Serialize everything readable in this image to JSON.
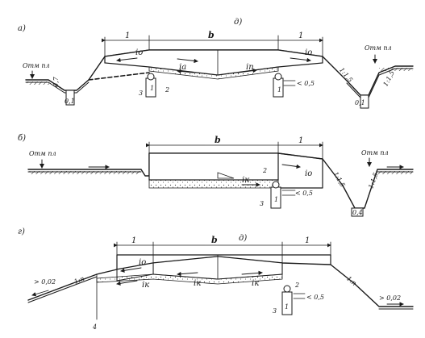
{
  "figure": {
    "panels": {
      "a": {
        "letter": "а)",
        "letter2": "д)",
        "elev_left": "Отм пл",
        "elev_right": "Отм пл",
        "width_b": "b",
        "shoulder_left": "1",
        "shoulder_right": "1",
        "slope_io_left": "iо",
        "slope_io_right": "iо",
        "slope_ia": "iа",
        "slope_in": "iп",
        "depth_left": "0,7",
        "depth_bottom_left": "0,1",
        "depth_right": "0,1",
        "ratio_left": "1:1,5",
        "ratio_right": "1:1,5",
        "drain_depth": "< 0,5",
        "callout_1": "1",
        "callout_1b": "1",
        "callout_2": "2",
        "callout_3": "3"
      },
      "b": {
        "letter": "б)",
        "elev_left": "Отм пл",
        "elev_right": "Отм пл",
        "width_b": "b",
        "shoulder": "1",
        "slope_io": "iо",
        "slope_ik": "iк",
        "ratio_left": "1:1,5",
        "ratio_right": "1:1,5",
        "drain_depth": "< 0,5",
        "callout_1": "1",
        "callout_2": "2",
        "callout_3": "3",
        "bottom_depth": "0,4"
      },
      "c": {
        "letter": "г)",
        "letter2": "д)",
        "width_b": "b",
        "shoulder_left": "1",
        "shoulder_right": "1",
        "slope_io": "iо",
        "slope_ik1": "iк",
        "slope_ik2": "iк",
        "slope_ik3": "iк",
        "slope_left": "> 0,02",
        "slope_right": "> 0,02",
        "ratio_left": "1:n",
        "ratio_right": "1:n",
        "drain_depth": "< 0,5",
        "callout_1": "1",
        "callout_2": "2",
        "callout_3": "3",
        "callout_4": "4"
      }
    }
  }
}
